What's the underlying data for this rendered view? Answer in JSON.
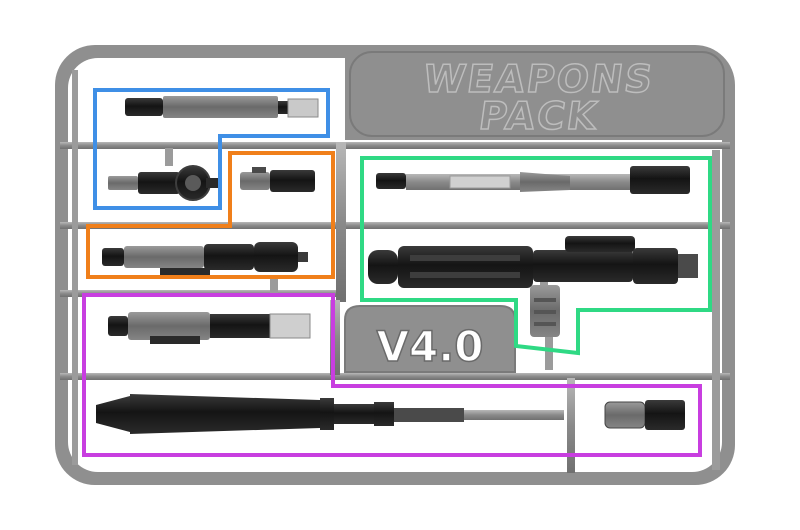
{
  "header": {
    "line1": "WEAPONS",
    "line2": "PACK"
  },
  "version_label": "V4.0",
  "colors": {
    "sprue": "#8f8f8f",
    "sprue_dark": "#6f6f6f",
    "sprue_light": "#b8b8b8",
    "part_black": "#1c1c1c",
    "part_grey": "#767676",
    "highlight_blue": "#3f8fe6",
    "highlight_orange": "#f07f1a",
    "highlight_green": "#2fd984",
    "highlight_purple": "#c83ee0"
  },
  "groups": [
    {
      "name": "group-blue",
      "color": "#3f8fe6"
    },
    {
      "name": "group-orange",
      "color": "#f07f1a"
    },
    {
      "name": "group-green",
      "color": "#2fd984"
    },
    {
      "name": "group-purple",
      "color": "#c83ee0"
    }
  ],
  "parts": [
    "pistol-barrel-part",
    "pistol-body-part",
    "scope-part",
    "rifle-long-part",
    "rifle-stock-part",
    "blaster-body-part",
    "grip-part",
    "slide-part",
    "long-barrel-part",
    "small-scope-part"
  ]
}
